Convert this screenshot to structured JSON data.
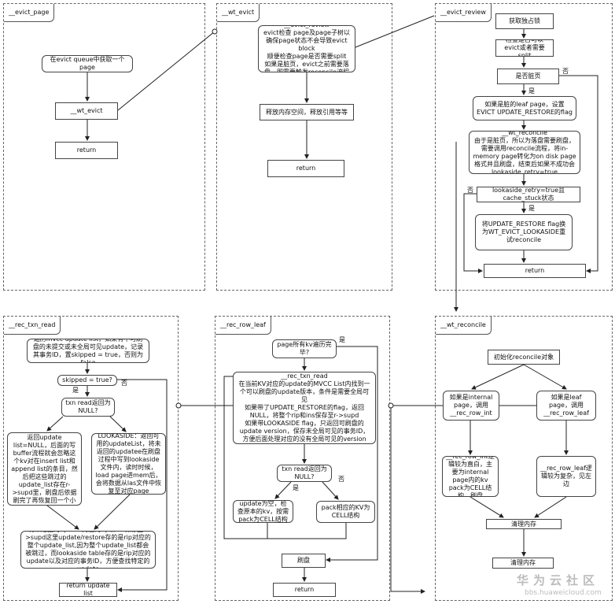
{
  "panels": {
    "evict_page": {
      "title": "__evict_page",
      "boxes": [
        "在evict queue中获取一个page",
        "__wt_evict",
        "return"
      ]
    },
    "wt_evict": {
      "title": "__wt_evict",
      "boxes": [
        "__evict_review\nevict检查 page及page子树以确保page状态不会导致evict block\n顺便检查page是否需要split\n如果是脏页，evict之前需要落盘，即需要触发reconcile流程",
        "释放内存空间，释放引用等等",
        "return"
      ]
    },
    "evict_review": {
      "title": "__evict_review",
      "boxes": [
        "获取独占锁",
        "检查是否可以evict或者需要split",
        "是否脏页",
        "如果是脏的leaf page，设置EVICT UPDATE_RESTORE的flag",
        "__wt_reconcile\n由于是脏页，所以为落盘需要刷盘，需要调用reconcile流程，将in-memory page转化为on disk page格式并且刷盘，结束后如果不成功会\nlookaside_retry=true",
        "lookaside_retry=true且cache_stuck状态",
        "将UPDATE_RESTORE flag换为WT_EVICT_LOOKASIDE重试reconcile",
        "return"
      ],
      "labels": {
        "no1": "否",
        "yes1": "是",
        "no2": "否",
        "yes2": "是"
      }
    },
    "rec_txn_read": {
      "title": "__rec_txn_read",
      "boxes": [
        "遍历mvcc update list，如果有不可刷盘的未提交或未全局可见update，记录其事务ID，置skipped = true，否则为false",
        "skipped = true?",
        "txn read返回为NULL?",
        "UPDATE_RESTORE：返回update list=NULL，后面的写buffer流程就会忽略这个kv对在insert list和append list的条目，然后把这些跳过的update_list存在r->supd里，刷盘后依据刷完了再恢复回一个小page",
        "LOOKASIDE：返回可用的updateList，将未返回的updatee在刷盘过程中写到lookaside文件内，读时时候，load page进mem后，会将数据从las文件中恢复至对应page",
        "将未返回的update对应的rip和ins保存至r->supd这里update/restore存的是rip对应的整个update_list,因为整个update_list都会被跳过，而lookaside table存的是rip对应的update以及对应的事务ID，方便查找特定的update",
        "return update list"
      ],
      "labels": {
        "yes": "是",
        "no": "否"
      }
    },
    "rec_row_leaf": {
      "title": "__rec_row_leaf",
      "boxes": [
        "page所有kv遍历完毕?",
        "__rec_txn_read\n在当前KV对应的update的MVCC List内找到一个可以刷盘的update版本，条件是需要全局可见\n如果带了UPDATE_RESTORE的flag，返回NULL，将整个rip和ins保存至r->supd\n如果带LOOKASIDE flag，只返回可刷盘的update version，保存未全局可见的事务ID，方便后面处理对应的没有全局可见的version",
        "txn read返回为NULL?",
        "update为空，检查原本的kv，按需pack为CELL结构",
        "pack相应的KV为CELL结构",
        "刷盘",
        "return"
      ],
      "labels": {
        "yes_top": "是",
        "yes": "是",
        "no": "否"
      }
    },
    "wt_reconcile": {
      "title": "__wt_reconcile",
      "boxes": [
        "初始化reconcile对象",
        "如果是internal page，调用__rec_row_int",
        "如果是leaf page，调用__rec_row_leaf",
        "__rec_row_int逻辑较为直白，主要为internal page内的kv pack为CELL结构，刷盘",
        "__rec_row_leaf逻辑较为复杂，见左边",
        "清理内存",
        "清理内存"
      ]
    }
  },
  "watermark": {
    "brand": "华为云社区",
    "url": "bbs.huaweicloud.com"
  }
}
